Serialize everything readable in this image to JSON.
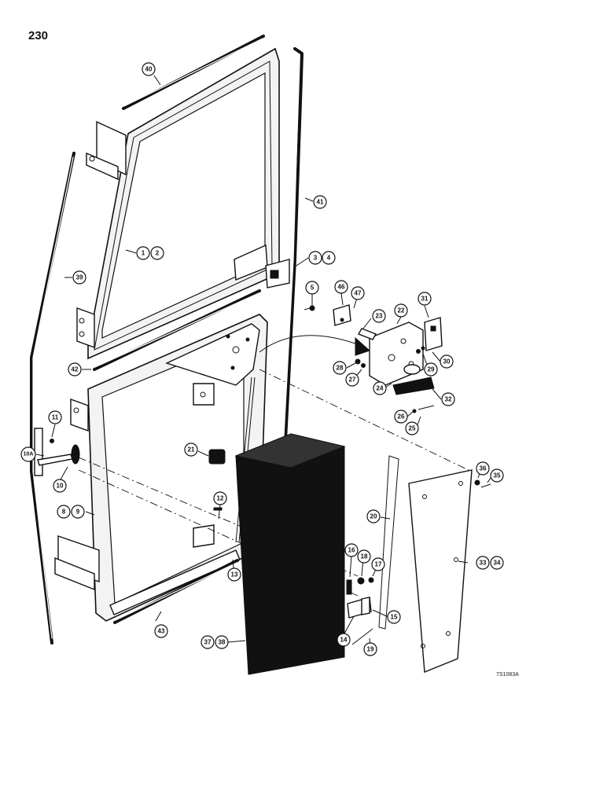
{
  "page": {
    "number": "230",
    "ref_code": "7S1083A"
  },
  "callouts": {
    "c40": "40",
    "c41": "41",
    "c39": "39",
    "c1": "1",
    "c2": "2",
    "c3": "3",
    "c4": "4",
    "c5": "5",
    "c46": "46",
    "c47": "47",
    "c23": "23",
    "c22": "22",
    "c31": "31",
    "c30": "30",
    "c29": "29",
    "c28": "28",
    "c27": "27",
    "c24": "24",
    "c32": "32",
    "c26": "26",
    "c25": "25",
    "c42": "42",
    "c11": "11",
    "c10A": "10A",
    "c10": "10",
    "c21": "21",
    "c8": "8",
    "c9": "9",
    "c12": "12",
    "c20": "20",
    "c36": "36",
    "c35": "35",
    "c33": "33",
    "c34": "34",
    "c13": "13",
    "c16": "16",
    "c18": "18",
    "c17": "17",
    "c15": "15",
    "c14": "14",
    "c19": "19",
    "c43": "43",
    "c37": "37",
    "c38": "38"
  }
}
